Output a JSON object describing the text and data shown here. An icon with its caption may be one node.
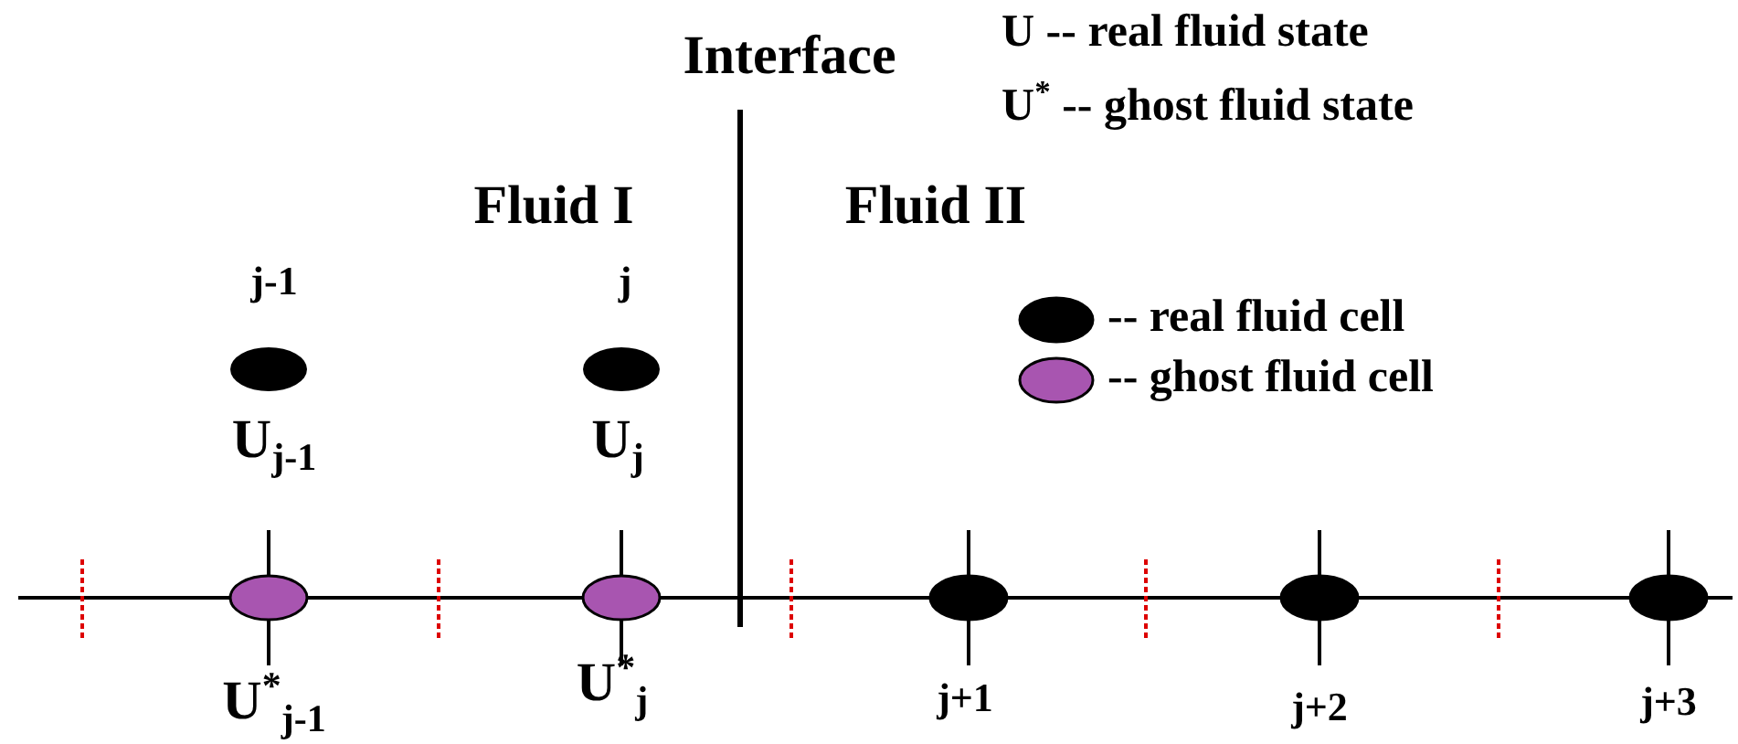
{
  "diagram": {
    "labels": [
      "U -- real fluid state",
      "U$^{*}$ -- ghost fluid state",
      "Interface",
      "Fluid I",
      "Fluid II",
      "j-1",
      "j",
      "U$_{j-1}$",
      "U$_{j}$",
      "U$^{*}$$_{j-1}$",
      "U$^{*}$$_{j}$",
      "j+1",
      "j+2",
      "j+3"
    ],
    "legend": [
      {
        "text": "-- real fluid cell",
        "color": "#000000"
      },
      {
        "text": "-- ghost fluid cell",
        "color": "#a855b0"
      }
    ]
  }
}
